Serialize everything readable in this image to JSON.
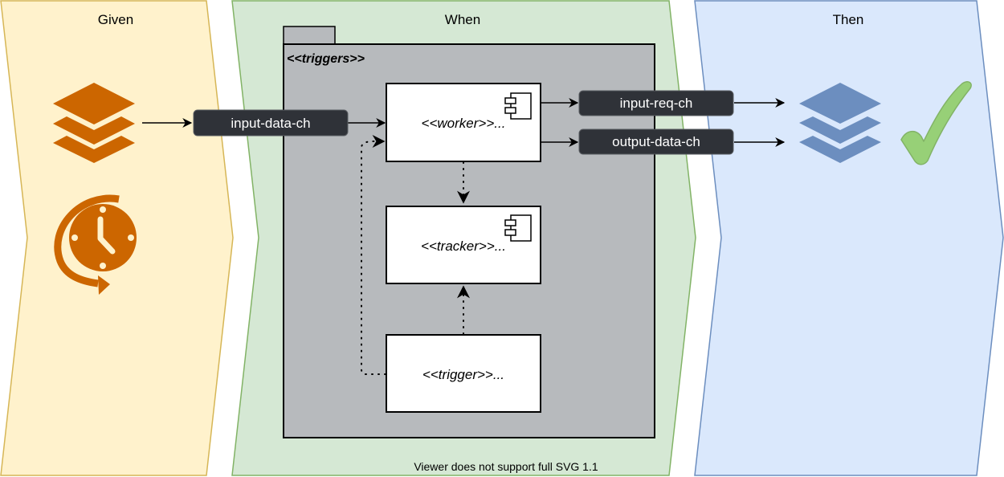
{
  "diagram": {
    "type": "given-when-then flow",
    "phases": [
      {
        "id": "given",
        "label": "Given",
        "fill": "#fff2cc",
        "stroke": "#d6b656"
      },
      {
        "id": "when",
        "label": "When",
        "fill": "#d5e8d4",
        "stroke": "#82b366"
      },
      {
        "id": "then",
        "label": "Then",
        "fill": "#dae8fc",
        "stroke": "#6c8ebf"
      }
    ],
    "package": {
      "label": "<<triggers>>",
      "fill": "#b7babd"
    },
    "components": {
      "worker": {
        "label": "<<worker>>..."
      },
      "tracker": {
        "label": "<<tracker>>..."
      },
      "trigger": {
        "label": "<<trigger>>..."
      }
    },
    "channels": {
      "input_data": {
        "label": "input-data-ch"
      },
      "input_req": {
        "label": "input-req-ch"
      },
      "output_data": {
        "label": "output-data-ch"
      }
    },
    "icons": {
      "given_layers": {
        "name": "layers-icon",
        "color": "#cc6600"
      },
      "given_clock": {
        "name": "scheduled-clock-icon",
        "color": "#cc6600"
      },
      "then_layers": {
        "name": "layers-icon",
        "color": "#6c8ebf"
      },
      "then_check": {
        "name": "checkmark-icon",
        "color": "#97d077"
      }
    },
    "channel_fill": "#2f3238",
    "footer": "Viewer does not support full SVG 1.1"
  }
}
